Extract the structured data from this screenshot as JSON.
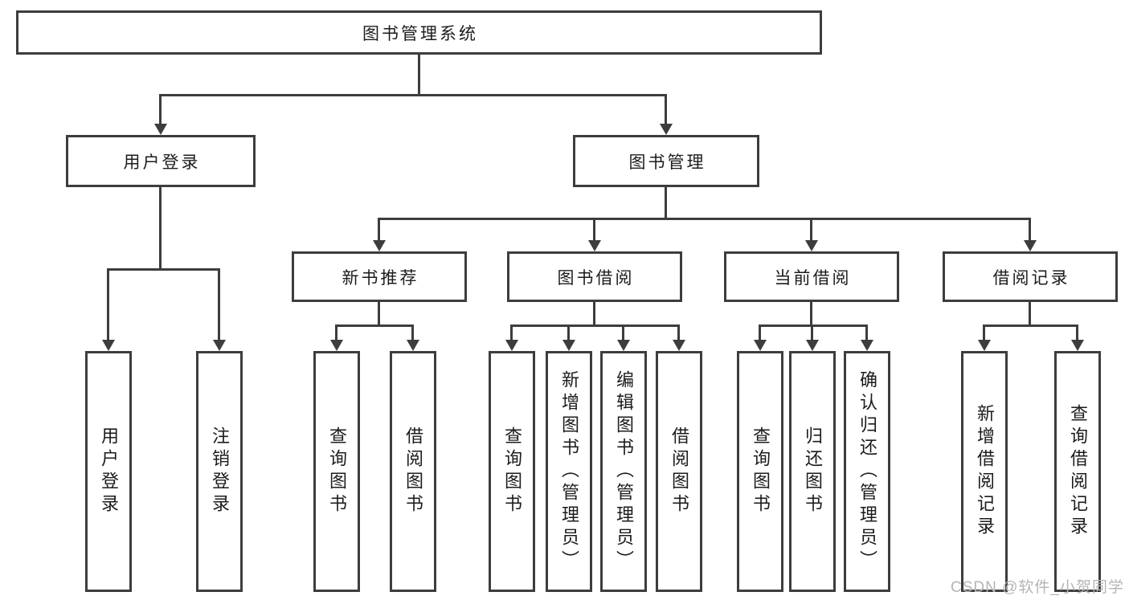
{
  "diagram": {
    "root": {
      "label": "图书管理系统"
    },
    "level2": [
      {
        "label": "用户登录"
      },
      {
        "label": "图书管理"
      }
    ],
    "level3": [
      {
        "label": "新书推荐"
      },
      {
        "label": "图书借阅"
      },
      {
        "label": "当前借阅"
      },
      {
        "label": "借阅记录"
      }
    ],
    "leaves": {
      "login": [
        "用户登录",
        "注销登录"
      ],
      "recommend": [
        "查询图书",
        "借阅图书"
      ],
      "borrow": [
        "查询图书",
        "新增图书（管理员）",
        "编辑图书（管理员）",
        "借阅图书"
      ],
      "current": [
        "查询图书",
        "归还图书",
        "确认归还（管理员）"
      ],
      "records": [
        "新增借阅记录",
        "查询借阅记录"
      ]
    }
  },
  "watermark": {
    "text": "CSDN @软件_小贺同学"
  },
  "colors": {
    "line": "#3d3d3d",
    "border": "#3d3d3d",
    "text": "#1c1c1c",
    "watermark": "#b5b5b5",
    "background": "#ffffff"
  }
}
